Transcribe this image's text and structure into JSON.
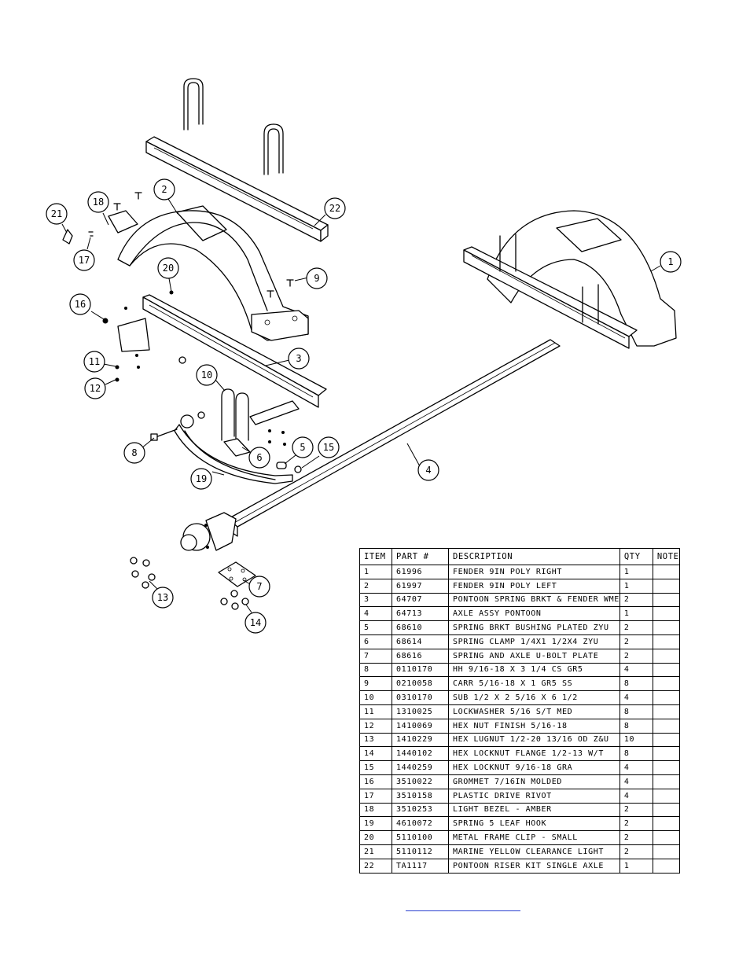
{
  "table": {
    "headers": [
      "ITEM",
      "PART #",
      "DESCRIPTION",
      "QTY",
      "NOTE"
    ],
    "rows": [
      {
        "item": "1",
        "part": "61996",
        "desc": "FENDER  9IN POLY RIGHT",
        "qty": "1",
        "note": ""
      },
      {
        "item": "2",
        "part": "61997",
        "desc": "FENDER  9IN POLY LEFT",
        "qty": "1",
        "note": ""
      },
      {
        "item": "3",
        "part": "64707",
        "desc": "PONTOON SPRING BRKT & FENDER WME",
        "qty": "2",
        "note": ""
      },
      {
        "item": "4",
        "part": "64713",
        "desc": "AXLE ASSY  PONTOON",
        "qty": "1",
        "note": ""
      },
      {
        "item": "5",
        "part": "68610",
        "desc": "SPRING BRKT BUSHING PLATED ZYU",
        "qty": "2",
        "note": ""
      },
      {
        "item": "6",
        "part": "68614",
        "desc": "SPRING CLAMP   1/4X1 1/2X4  ZYU",
        "qty": "2",
        "note": ""
      },
      {
        "item": "7",
        "part": "68616",
        "desc": "SPRING AND AXLE U-BOLT PLATE",
        "qty": "2",
        "note": ""
      },
      {
        "item": "8",
        "part": "0110170",
        "desc": "HH 9/16-18 X 3 1/4 CS GR5",
        "qty": "4",
        "note": ""
      },
      {
        "item": "9",
        "part": "0210058",
        "desc": "CARR 5/16-18 X 1 GR5 SS",
        "qty": "8",
        "note": ""
      },
      {
        "item": "10",
        "part": "0310170",
        "desc": "SUB 1/2 X 2 5/16 X 6 1/2",
        "qty": "4",
        "note": ""
      },
      {
        "item": "11",
        "part": "1310025",
        "desc": "LOCKWASHER 5/16 S/T MED",
        "qty": "8",
        "note": ""
      },
      {
        "item": "12",
        "part": "1410069",
        "desc": "HEX NUT FINISH 5/16-18",
        "qty": "8",
        "note": ""
      },
      {
        "item": "13",
        "part": "1410229",
        "desc": "HEX LUGNUT 1/2-20 13/16 OD Z&U",
        "qty": "10",
        "note": ""
      },
      {
        "item": "14",
        "part": "1440102",
        "desc": "HEX LOCKNUT FLANGE 1/2-13 W/T",
        "qty": "8",
        "note": ""
      },
      {
        "item": "15",
        "part": "1440259",
        "desc": "HEX LOCKNUT 9/16-18 GRA",
        "qty": "4",
        "note": ""
      },
      {
        "item": "16",
        "part": "3510022",
        "desc": "GROMMET  7/16IN MOLDED",
        "qty": "4",
        "note": ""
      },
      {
        "item": "17",
        "part": "3510158",
        "desc": "PLASTIC DRIVE RIVOT",
        "qty": "4",
        "note": ""
      },
      {
        "item": "18",
        "part": "3510253",
        "desc": "LIGHT BEZEL - AMBER",
        "qty": "2",
        "note": ""
      },
      {
        "item": "19",
        "part": "4610072",
        "desc": "SPRING  5 LEAF HOOK",
        "qty": "2",
        "note": ""
      },
      {
        "item": "20",
        "part": "5110100",
        "desc": "METAL FRAME CLIP - SMALL",
        "qty": "2",
        "note": ""
      },
      {
        "item": "21",
        "part": "5110112",
        "desc": "MARINE YELLOW CLEARANCE LIGHT",
        "qty": "2",
        "note": ""
      },
      {
        "item": "22",
        "part": "TA1117",
        "desc": "PONTOON RISER KIT SINGLE AXLE",
        "qty": "1",
        "note": ""
      }
    ]
  },
  "balloons": [
    {
      "label": "1"
    },
    {
      "label": "2"
    },
    {
      "label": "3"
    },
    {
      "label": "4"
    },
    {
      "label": "5"
    },
    {
      "label": "6"
    },
    {
      "label": "7"
    },
    {
      "label": "8"
    },
    {
      "label": "9"
    },
    {
      "label": "10"
    },
    {
      "label": "11"
    },
    {
      "label": "12"
    },
    {
      "label": "13"
    },
    {
      "label": "14"
    },
    {
      "label": "15"
    },
    {
      "label": "16"
    },
    {
      "label": "17"
    },
    {
      "label": "18"
    },
    {
      "label": "19"
    },
    {
      "label": "20"
    },
    {
      "label": "21"
    },
    {
      "label": "22"
    }
  ],
  "colors": {
    "line": "#000000",
    "footer_link_rule": "#2a3fd0"
  }
}
